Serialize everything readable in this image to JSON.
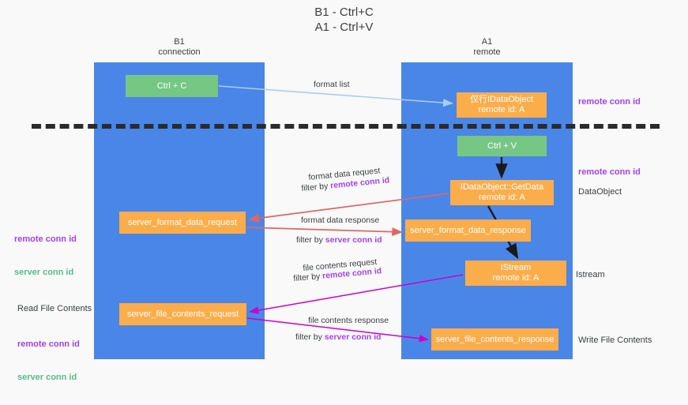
{
  "title": "B1 - Ctrl+C\nA1 - Ctrl+V",
  "columns": {
    "left": {
      "name": "B1",
      "role": "connection"
    },
    "right": {
      "name": "A1",
      "role": "remote"
    }
  },
  "nodes": {
    "ctrl_c": {
      "label": "Ctrl + C",
      "color": "#76c784"
    },
    "idataobject": {
      "label": "仅行IDataObject\nremote id: A",
      "color": "#fbad4b"
    },
    "ctrl_v": {
      "label": "Ctrl + V",
      "color": "#76c784"
    },
    "getdata": {
      "label": "IDataObject::GetData\nremote id: A",
      "color": "#fbad4b"
    },
    "server_format_data_request": {
      "label": "server_format_data_request",
      "color": "#fbad4b"
    },
    "server_format_data_response": {
      "label": "server_format_data_response",
      "color": "#fbad4b"
    },
    "istream": {
      "label": "IStream\nremote id: A",
      "color": "#fbad4b"
    },
    "server_file_contents_request": {
      "label": "server_file_contents_request",
      "color": "#fbad4b"
    },
    "server_file_contents_response": {
      "label": "server_file_contents_response",
      "color": "#fbad4b"
    }
  },
  "edge_labels": {
    "format_list": "format list",
    "format_data_request": "format data request",
    "format_data_request_filter_prefix": "filter by ",
    "format_data_request_filter_key": "remote conn id",
    "format_data_response": "format data response",
    "format_data_response_filter_prefix": "filter by ",
    "format_data_response_filter_key": "server conn id",
    "file_contents_request": "file contents request",
    "file_contents_request_filter_prefix": "filter by ",
    "file_contents_request_filter_key": "remote conn id",
    "file_contents_response": "file contents response",
    "file_contents_response_filter_prefix": "filter by ",
    "file_contents_response_filter_key": "server conn id"
  },
  "side_notes": {
    "right": {
      "remote_conn_id_top": "remote conn id",
      "remote_conn_id_mid": "remote conn id",
      "dataobject": "DataObject",
      "istream": "Istream",
      "write_file_contents": "Write File Contents"
    },
    "left": {
      "remote_conn_id_a": "remote conn id",
      "server_conn_id_a": "server conn id",
      "read_file_contents": "Read File Contents",
      "remote_conn_id_b": "remote conn id",
      "server_conn_id_b": "server conn id"
    }
  },
  "colors": {
    "lane": "#4a86e8",
    "green_node": "#76c784",
    "orange_node": "#fbad4b",
    "purple_text": "#a142f4",
    "green_text": "#57bb8a",
    "arrow_light_blue": "#a9cdf0",
    "arrow_red": "#e06666",
    "arrow_magenta": "#cc00cc",
    "arrow_black": "#1a1a1a",
    "divider": "#2b2b2b",
    "background": "#f9f9f9"
  }
}
